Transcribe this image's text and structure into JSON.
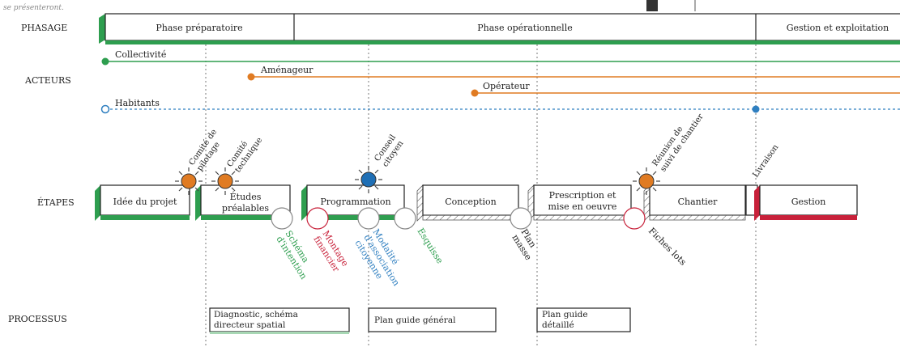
{
  "top_note": "se présenteront.",
  "rows": {
    "phasage": "PHASAGE",
    "acteurs": "ACTEURS",
    "etapes": "ÉTAPES",
    "processus": "PROCESSUS"
  },
  "phases": [
    "Phase préparatoire",
    "Phase opérationnelle",
    "Gestion et exploitation"
  ],
  "actors": [
    {
      "label": "Collectivité",
      "color": "#2e9e4f"
    },
    {
      "label": "Aménageur",
      "color": "#e07b22"
    },
    {
      "label": "Opérateur",
      "color": "#e07b22"
    },
    {
      "label": "Habitants",
      "color": "#2f7fc0"
    }
  ],
  "steps": [
    "Idée du projet",
    "Études préalables",
    "Programmation",
    "Conception",
    "Prescription et mise en oeuvre",
    "Chantier",
    "Gestion"
  ],
  "meetings": [
    {
      "label": "Comité de pilotage",
      "color": "#e07b22"
    },
    {
      "label": "Comité technique",
      "color": "#e07b22"
    },
    {
      "label": "Conseil citoyen",
      "color": "#1f6fb5"
    },
    {
      "label": "Réunion de suivi de chantier",
      "color": "#e07b22"
    }
  ],
  "milestone": "Livraison",
  "deliverables": [
    {
      "label": "Schéma d'intention",
      "color": "#2e9e4f"
    },
    {
      "label": "Montage financier",
      "color": "#c8213a"
    },
    {
      "label": "Modalité d'association citoyenne",
      "color": "#2f7fc0"
    },
    {
      "label": "Esquisse",
      "color": "#2e9e4f"
    },
    {
      "label": "Plan masse",
      "color": "#222222"
    },
    {
      "label": "Fiches lots",
      "color": "#222222"
    }
  ],
  "processes": [
    "Diagnostic, schéma directeur spatial",
    "Plan guide général",
    "Plan guide détaillé"
  ],
  "colors": {
    "green": "#2e9e4f",
    "orange": "#e07b22",
    "blue": "#2f7fc0",
    "red": "#c8213a",
    "ink": "#222222"
  }
}
